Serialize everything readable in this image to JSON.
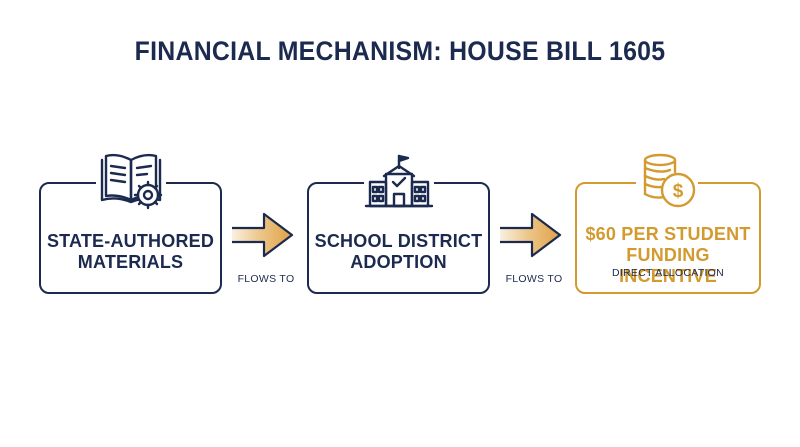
{
  "title": "FINANCIAL MECHANISM: HOUSE BILL 1605",
  "steps": [
    {
      "line1": "STATE-AUTHORED",
      "line2": "MATERIALS",
      "icon": "book-gear-icon"
    },
    {
      "line1": "SCHOOL DISTRICT",
      "line2": "ADOPTION",
      "icon": "schoolhouse-icon"
    },
    {
      "line1": "$60 PER STUDENT",
      "line2": "FUNDING INCENTIVE",
      "sub": "DIRECT ALLOCATION",
      "icon": "coins-dollar-icon"
    }
  ],
  "connectors": [
    {
      "label": "FLOWS TO"
    },
    {
      "label": "FLOWS TO"
    }
  ],
  "colors": {
    "navy": "#1b2a4e",
    "gold": "#d39a2f"
  }
}
